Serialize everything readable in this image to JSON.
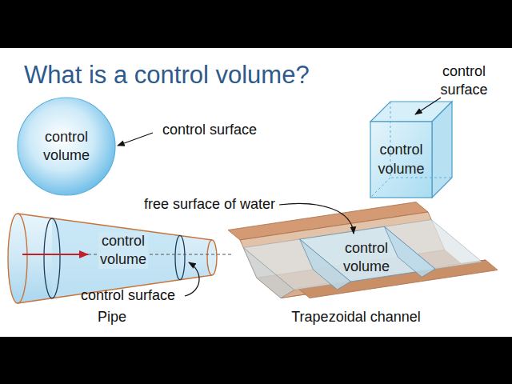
{
  "diagram": {
    "title": "What is a control volume?",
    "nodes": [
      {
        "text": [
          "control volume"
        ]
      },
      {
        "text": [
          "control volume"
        ]
      },
      {
        "text": [
          "control volume"
        ]
      },
      {
        "text": [
          "control volume"
        ]
      }
    ],
    "labels": [
      "control surface",
      "control surface",
      "free surface of water",
      "control surface",
      "Pipe",
      "Trapezoidal channel"
    ]
  }
}
